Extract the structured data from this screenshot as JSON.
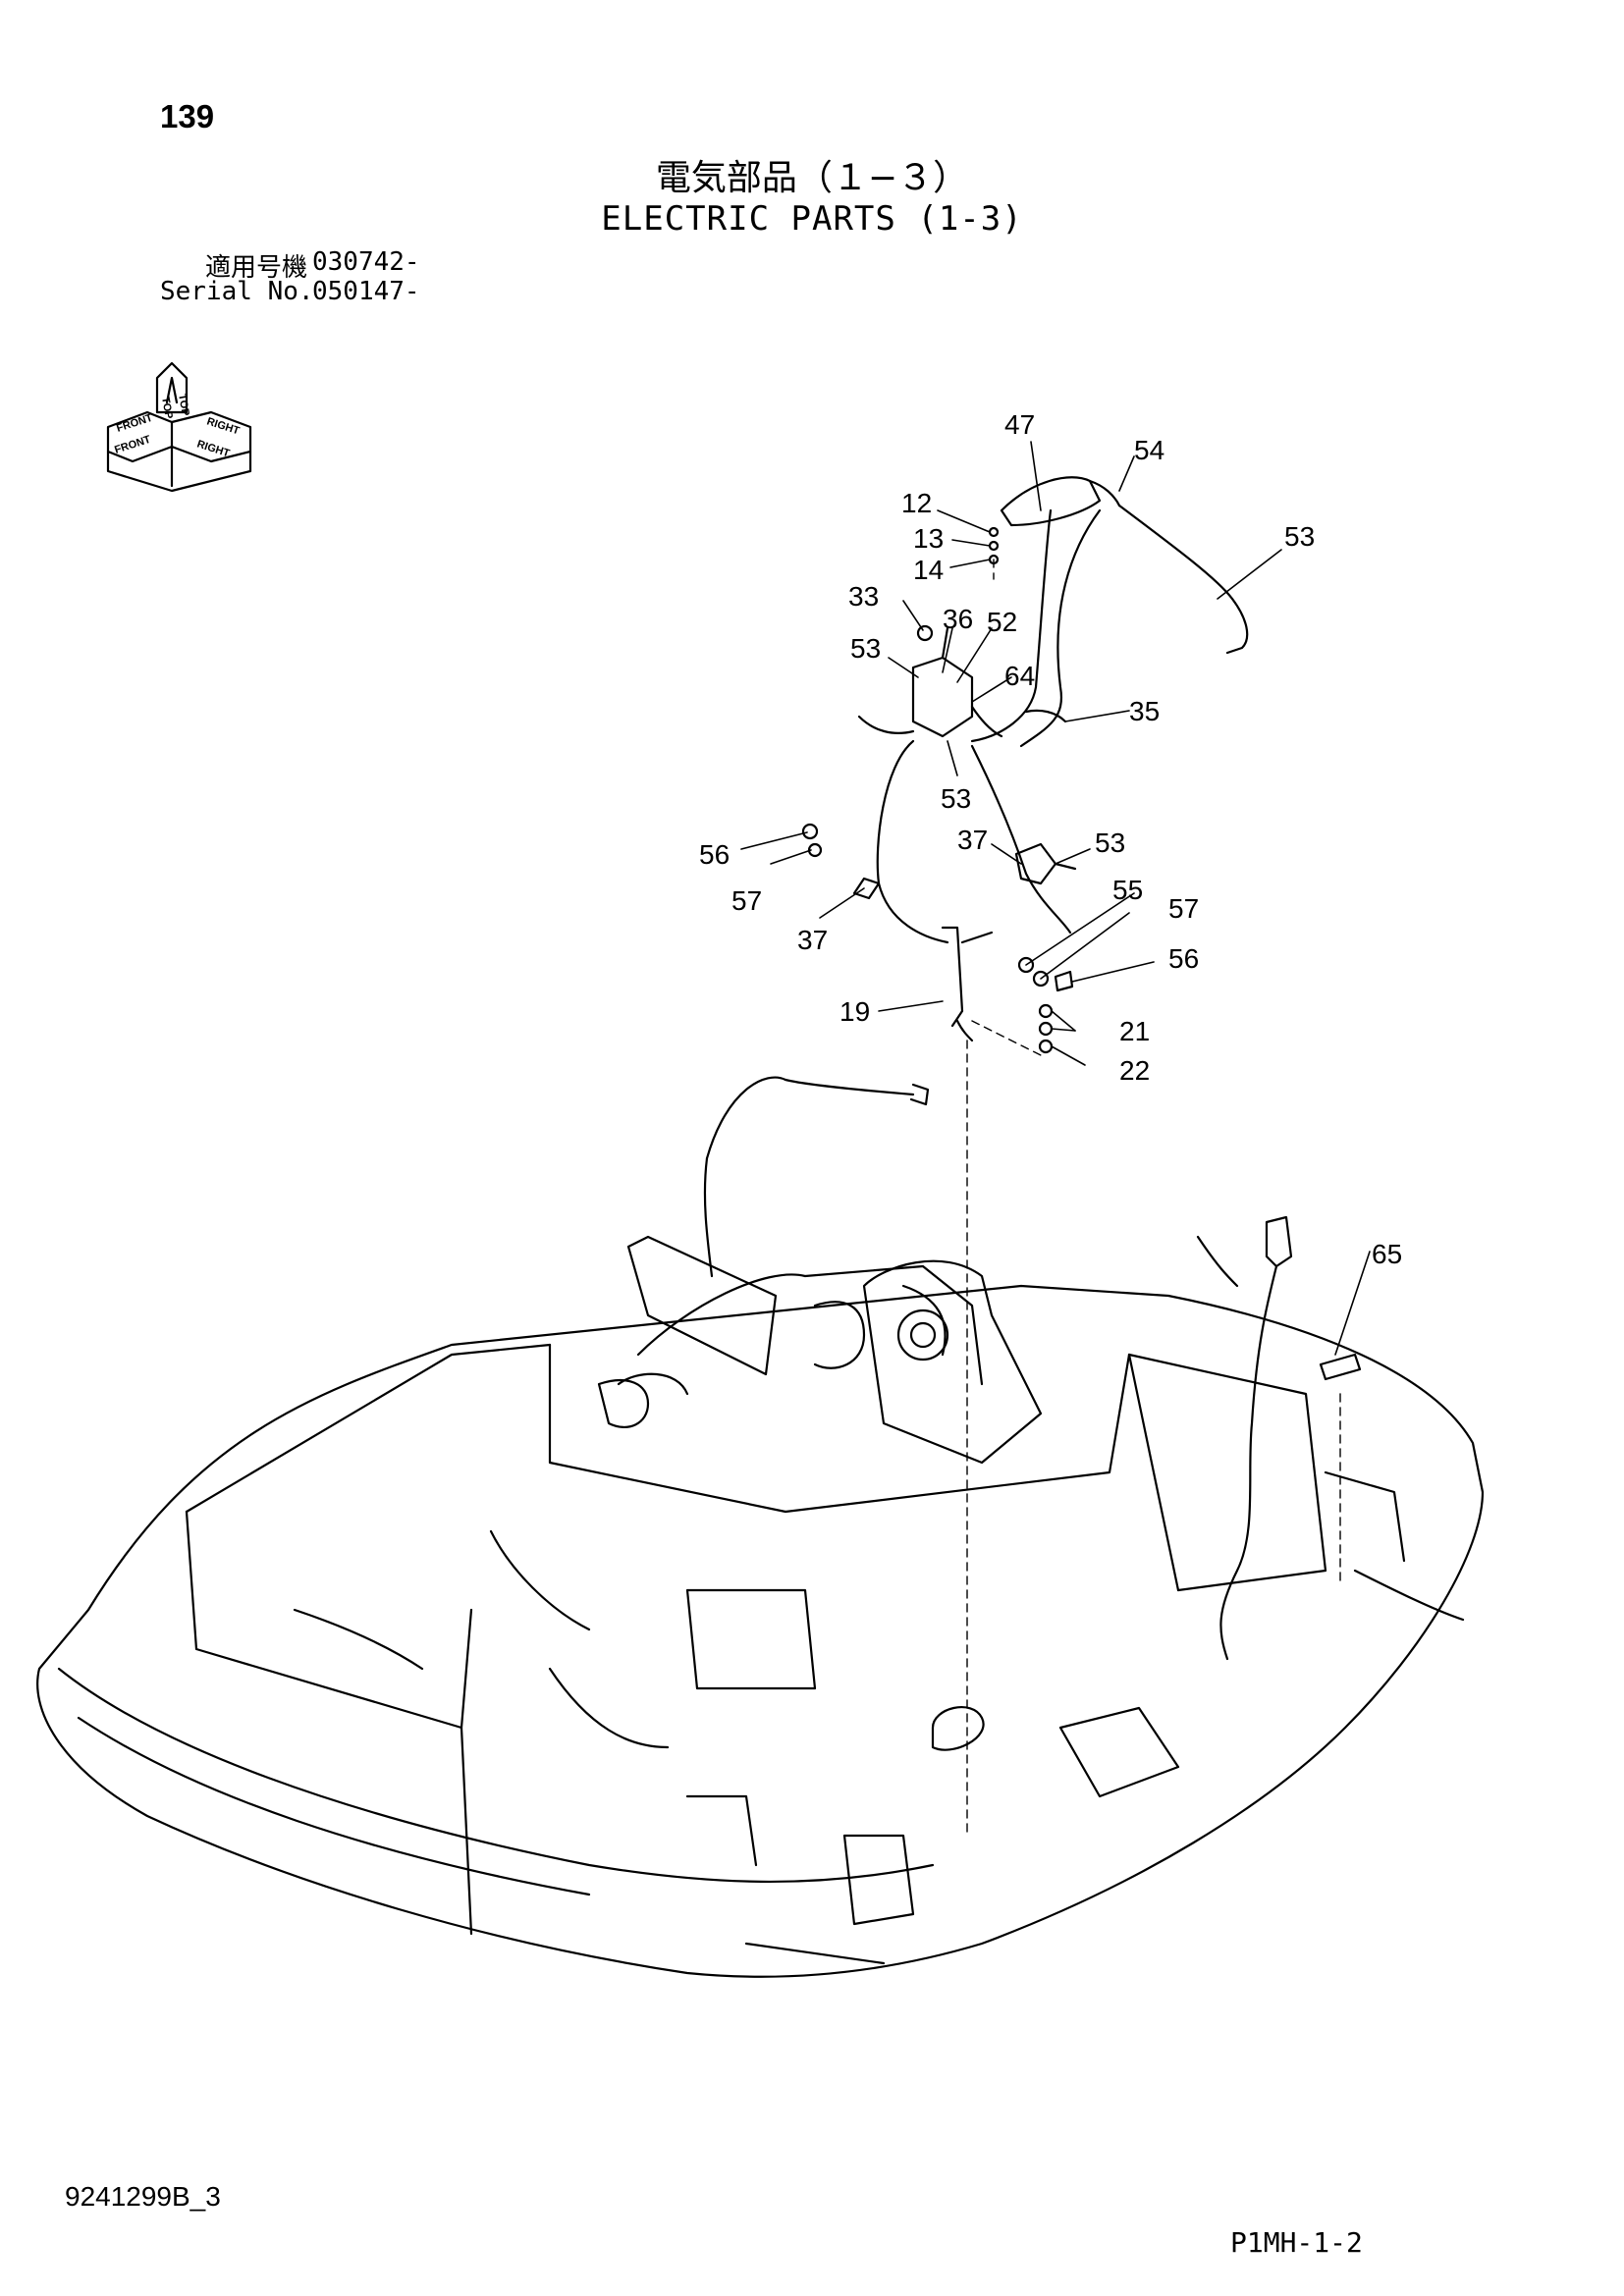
{
  "page": {
    "number": "139",
    "title_jp": "電気部品（１−３）",
    "title_en": "ELECTRIC PARTS (1-3)",
    "applicable_label_jp": "適用号機",
    "applicable_value": "030742-",
    "serial_label": "Serial No.",
    "serial_value": "050147-",
    "doc_code": "9241299B_3",
    "page_code": "P1MH-1-2"
  },
  "orientation_icon": {
    "labels": [
      "FRONT",
      "RIGHT",
      "TOP",
      "FRONT",
      "TOP",
      "RIGHT"
    ]
  },
  "callouts": {
    "c47": "47",
    "c54": "54",
    "c53a": "53",
    "c12": "12",
    "c13": "13",
    "c14": "14",
    "c33": "33",
    "c36": "36",
    "c52": "52",
    "c53b": "53",
    "c64": "64",
    "c35": "35",
    "c53c": "53",
    "c37a": "37",
    "c53d": "53",
    "c56a": "56",
    "c57a": "57",
    "c55": "55",
    "c57b": "57",
    "c37b": "37",
    "c56b": "56",
    "c19": "19",
    "c21": "21",
    "c22": "22",
    "c65": "65"
  }
}
